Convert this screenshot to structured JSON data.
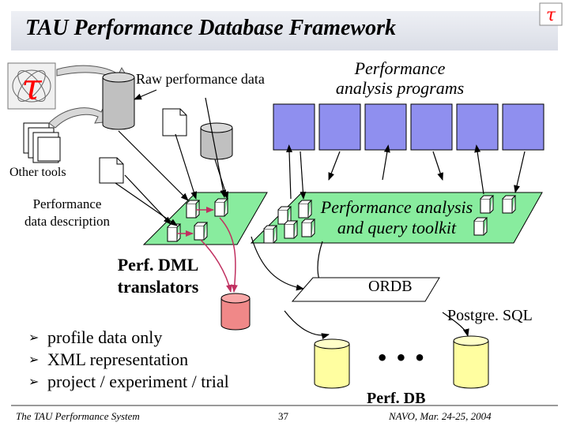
{
  "title": "TAU Performance Database Framework",
  "labels": {
    "raw_data": "Raw performance data",
    "analysis_programs": [
      "Performance",
      "analysis programs"
    ],
    "other_tools": "Other tools",
    "perf_data_description": [
      "Performance",
      "data description"
    ],
    "analysis_toolkit": [
      "Performance analysis",
      "and query toolkit"
    ],
    "perfdml_translators": [
      "Perf. DML",
      "translators"
    ],
    "ordb": "ORDB",
    "postgresql": "Postgre. SQL",
    "ellipsis": "• • •",
    "perfdb": "Perf. DB"
  },
  "bullets": [
    "profile data only",
    "XML representation",
    "project / experiment / trial"
  ],
  "footer": {
    "left": "The TAU Performance System",
    "page": "37",
    "right": "NAVO, Mar. 24-25, 2004"
  },
  "colors": {
    "program_box": "#8f8fef",
    "plane": "#88ec9e",
    "db_grey": "#c0c0c0",
    "db_pink": "#f08888",
    "db_yellow": "#fffea0",
    "tau_symbol": "#ff0000"
  },
  "icons": [
    "tau-logo-icon",
    "page-icon",
    "database-icon"
  ]
}
